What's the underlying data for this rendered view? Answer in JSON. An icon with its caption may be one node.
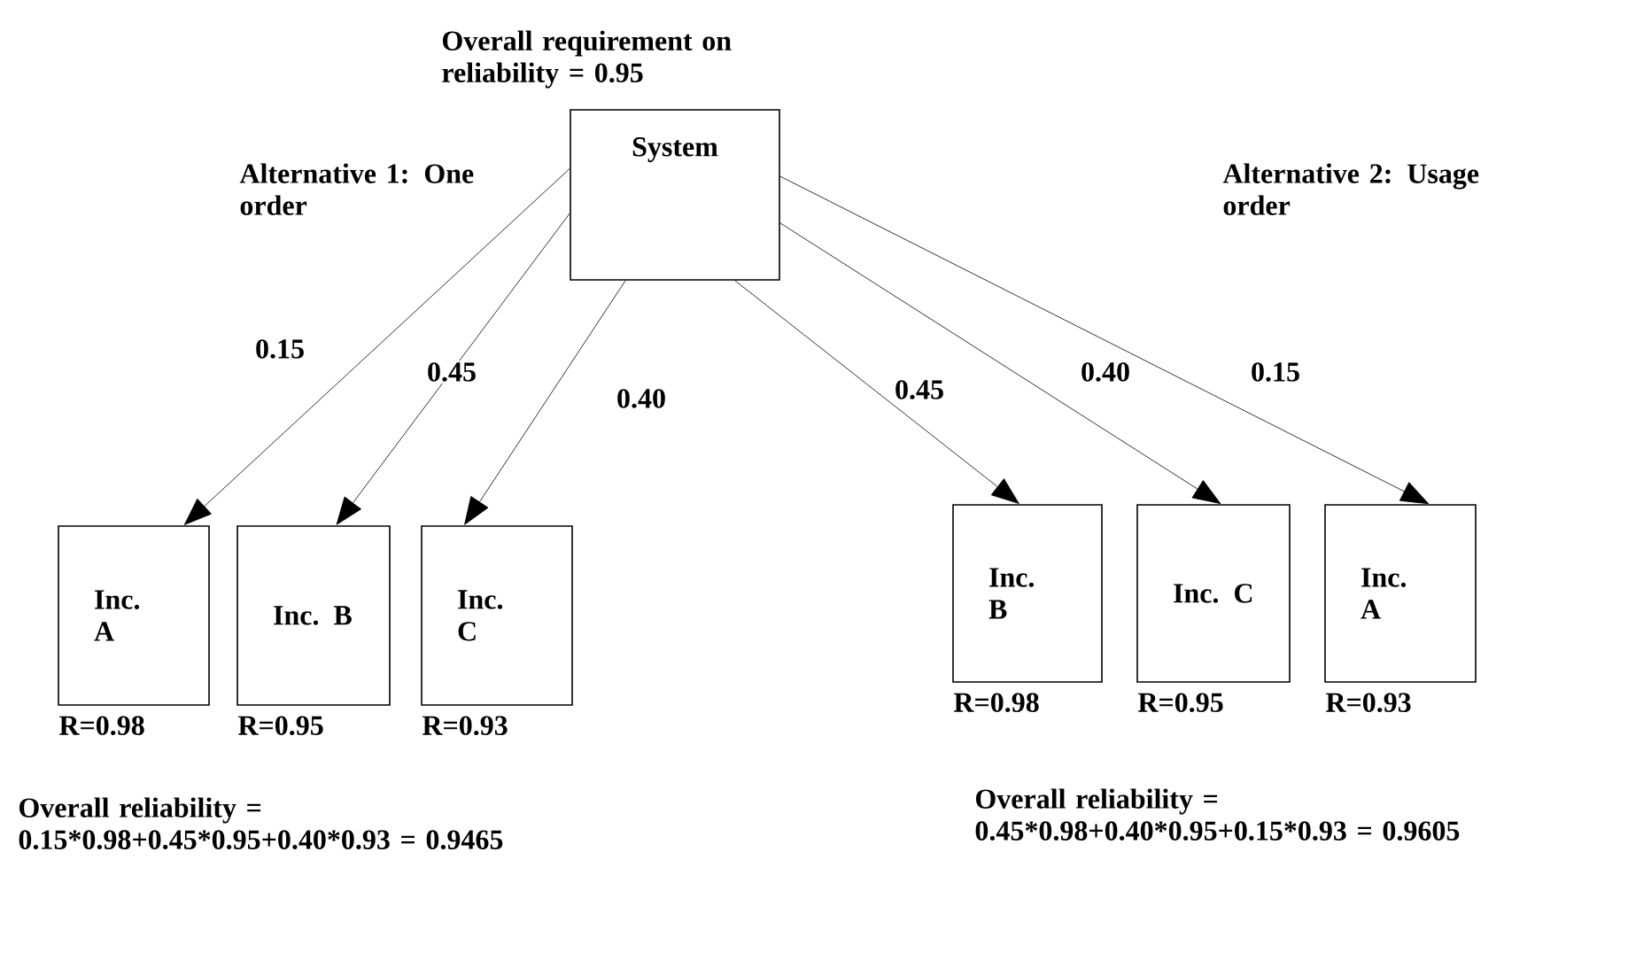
{
  "diagram": {
    "nodes": [
      {
        "text": [
          "System"
        ],
        "beside": [
          "Overall requirement on reliability = 0.95"
        ]
      },
      {
        "text": [
          "Inc. A"
        ],
        "beside": [
          "R=0.98"
        ]
      },
      {
        "text": [
          "Inc. B"
        ],
        "beside": [
          "R=0.95"
        ]
      },
      {
        "text": [
          "Inc. C"
        ],
        "beside": [
          "R=0.93"
        ]
      },
      {
        "text": [
          "Inc. B"
        ],
        "beside": [
          "R=0.98"
        ]
      },
      {
        "text": [
          "Inc. C"
        ],
        "beside": [
          "R=0.95"
        ]
      },
      {
        "text": [
          "Inc. A"
        ],
        "beside": [
          "R=0.93"
        ]
      }
    ],
    "edges": [
      {
        "from": 0,
        "to": 1,
        "arrow": "to",
        "label": "0.15"
      },
      {
        "from": 0,
        "to": 2,
        "arrow": "to",
        "label": "0.45"
      },
      {
        "from": 0,
        "to": 3,
        "arrow": "to",
        "label": "0.40"
      },
      {
        "from": 0,
        "to": 4,
        "arrow": "to",
        "label": "0.45"
      },
      {
        "from": 0,
        "to": 5,
        "arrow": "to",
        "label": "0.40"
      },
      {
        "from": 0,
        "to": 6,
        "arrow": "to",
        "label": "0.15"
      }
    ],
    "labels": [
      "Alternative 1: One order",
      "Alternative 2: Usage order",
      "Overall reliability = 0.15*0.98+0.45*0.95+0.40*0.93 = 0.9465",
      "Overall reliability = 0.45*0.98+0.40*0.95+0.15*0.93 = 0.9605"
    ]
  }
}
